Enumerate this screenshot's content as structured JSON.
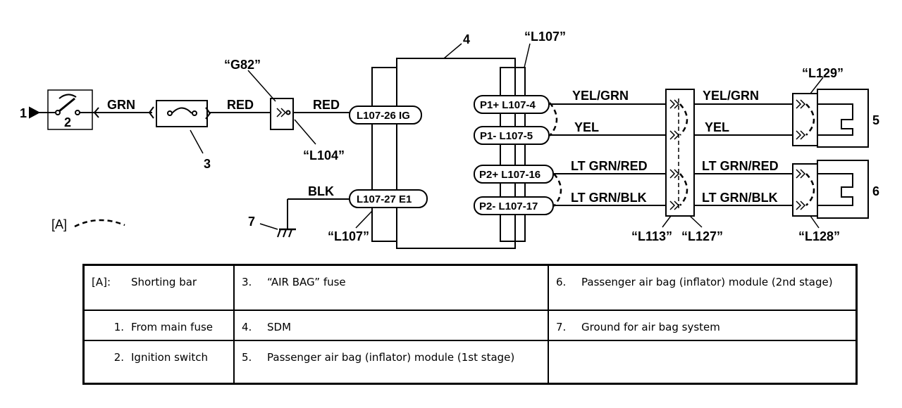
{
  "diagram": {
    "callouts": {
      "n1": "1",
      "n2": "2",
      "n3": "3",
      "n4": "4",
      "n5": "5",
      "n6": "6",
      "n7": "7",
      "shorting_bar_key": "[A]"
    },
    "connectors": {
      "g82": "“G82”",
      "l104": "“L104”",
      "l107_top": "“L107”",
      "l107_bottom": "“L107”",
      "l113": "“L113”",
      "l127": "“L127”",
      "l128": "“L128”",
      "l129": "“L129”"
    },
    "wires": {
      "grn": "GRN",
      "red_left": "RED",
      "red_right": "RED",
      "blk": "BLK",
      "yel_grn_left": "YEL/GRN",
      "yel_left": "YEL",
      "lt_grn_red_left": "LT GRN/RED",
      "lt_grn_blk_left": "LT GRN/BLK",
      "yel_grn_right": "YEL/GRN",
      "yel_right": "YEL",
      "lt_grn_red_right": "LT GRN/RED",
      "lt_grn_blk_right": "LT GRN/BLK"
    },
    "terminals": {
      "l107_26": "L107-26  IG",
      "l107_27": "L107-27  E1",
      "p1_plus": "P1+ L107-4",
      "p1_minus": "P1-  L107-5",
      "p2_plus": "P2+ L107-16",
      "p2_minus": "P2- L107-17"
    }
  },
  "legend": {
    "rows": [
      [
        {
          "key": "[A]:",
          "text": "Shorting bar"
        },
        {
          "key": "3.",
          "text": "“AIR BAG” fuse"
        },
        {
          "key": "6.",
          "text": "Passenger air bag (inflator) module (2nd stage)"
        }
      ],
      [
        {
          "key": "1.",
          "text": "From main fuse"
        },
        {
          "key": "4.",
          "text": "SDM"
        },
        {
          "key": "7.",
          "text": "Ground for air bag system"
        }
      ],
      [
        {
          "key": "2.",
          "text": "Ignition switch"
        },
        {
          "key": "5.",
          "text": "Passenger air bag (inflator) module (1st stage)"
        },
        {
          "key": "",
          "text": ""
        }
      ]
    ]
  }
}
